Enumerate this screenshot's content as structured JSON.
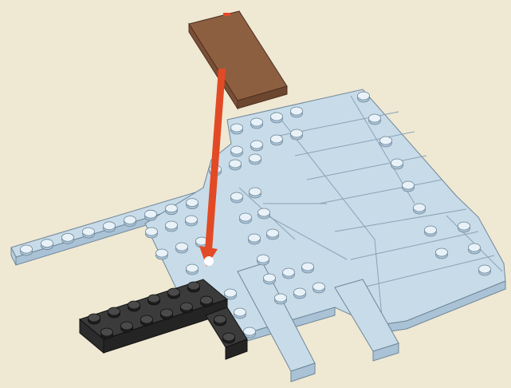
{
  "scene": {
    "background_color": "#efe8d3",
    "colors": {
      "light_bluish_gray_top": "#c8dbe9",
      "light_bluish_gray_side": "#a9c2d6",
      "stroke": "#6f8798",
      "black_top": "#3b3b3b",
      "black_side": "#242424",
      "tile_brown_top": "#8d5f41",
      "tile_brown_side": "#6d4630",
      "arrow_color": "#e24a25"
    },
    "parts": [
      {
        "name": "light-bluish-gray-base-assembly",
        "color": "light_bluish_gray"
      },
      {
        "name": "black-plate-2x6",
        "color": "black"
      },
      {
        "name": "black-plate-1x2",
        "color": "black"
      },
      {
        "name": "brown-tile-2x4",
        "color": "reddish_brown"
      }
    ],
    "instruction": {
      "icon": "down-arrow-icon",
      "target": "stud-marker"
    }
  }
}
